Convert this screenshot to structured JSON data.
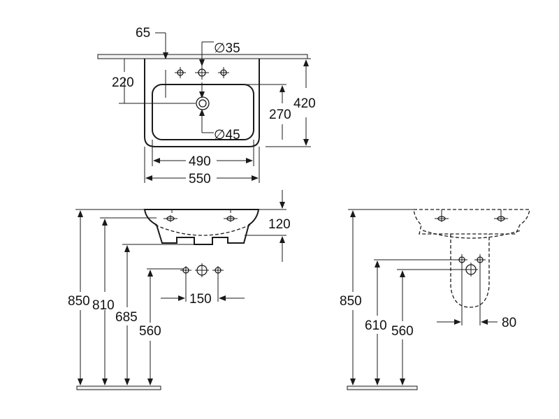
{
  "top_view": {
    "dim_65": "65",
    "dim_d35": "∅35",
    "dim_220": "220",
    "dim_420": "420",
    "dim_270": "270",
    "dim_d45": "∅45",
    "dim_490": "490",
    "dim_550": "550"
  },
  "side_view": {
    "dim_120": "120",
    "dim_850": "850",
    "dim_810": "810",
    "dim_685": "685",
    "dim_560": "560",
    "dim_150": "150"
  },
  "pedestal_view": {
    "dim_850": "850",
    "dim_610": "610",
    "dim_560": "560",
    "dim_80": "80"
  }
}
